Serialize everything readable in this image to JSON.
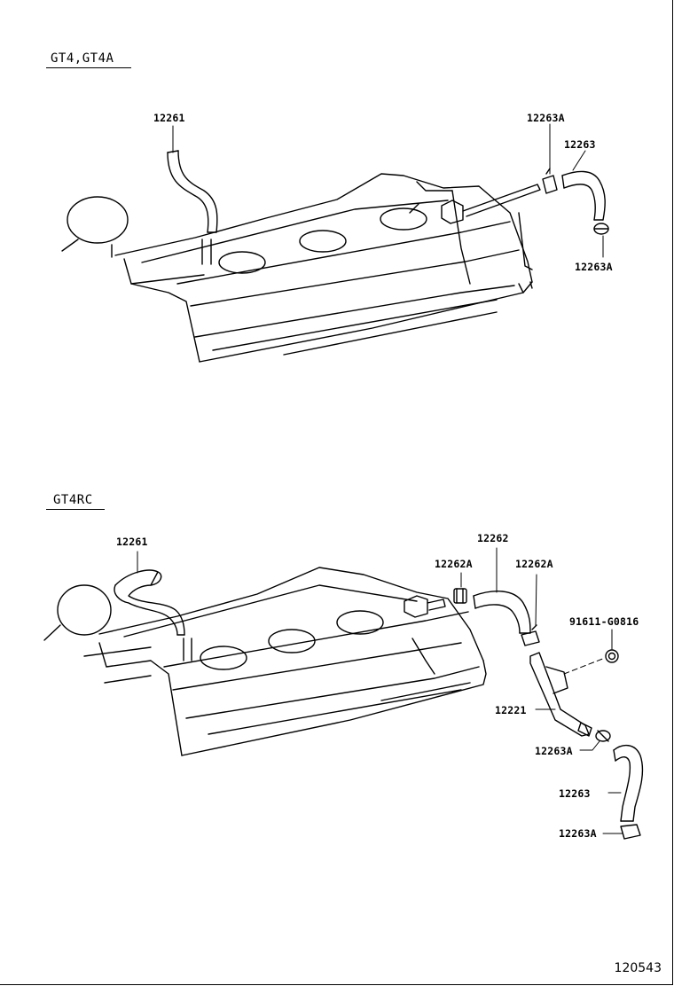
{
  "sections": [
    {
      "title": "GT4,GT4A",
      "labels": {
        "hose_left": "12261",
        "clip_top": "12263A",
        "hose_right": "12263",
        "clip_bottom": "12263A"
      }
    },
    {
      "title": "GT4RC",
      "labels": {
        "hose_left": "12261",
        "hose_top": "12262",
        "clip_a": "12262A",
        "clip_b": "12262A",
        "plug": "91611-G0816",
        "pipe": "12221",
        "clip_c": "12263A",
        "hose_lower": "12263",
        "clip_d": "12263A"
      }
    }
  ],
  "illustration_code": "120543"
}
